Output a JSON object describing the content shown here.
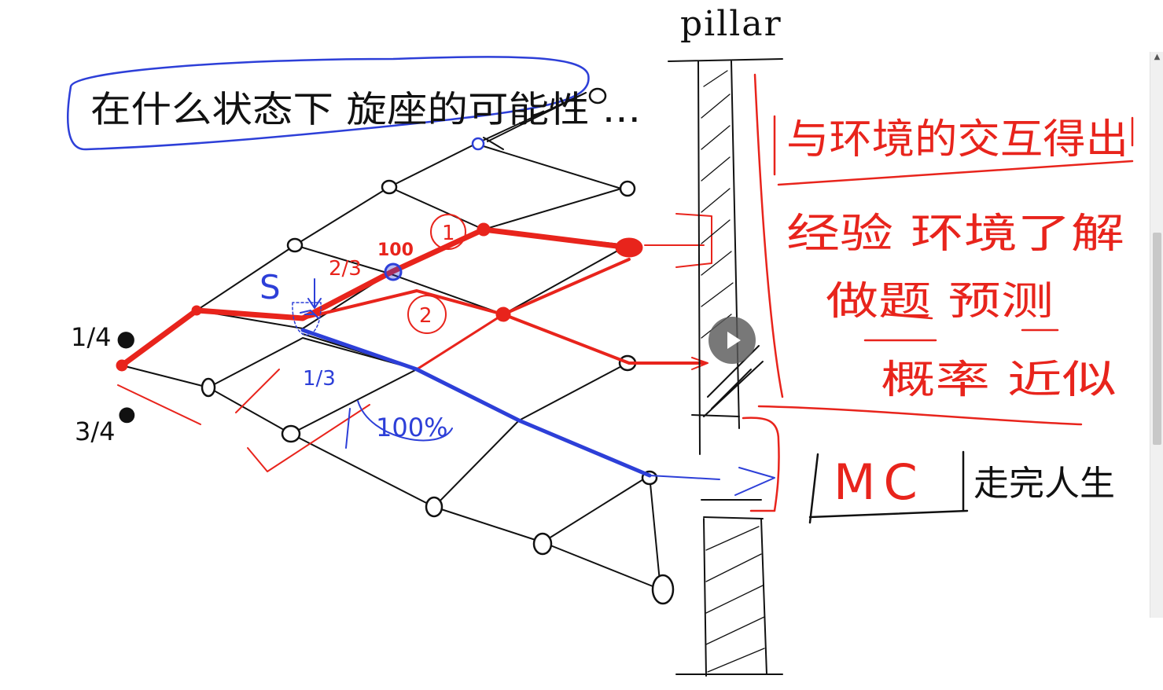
{
  "board": {
    "ink_black": "#111111",
    "ink_red": "#e8241c",
    "ink_blue": "#2d3fd8",
    "pillar_label": "pillar",
    "title_note": "在什么状态下 旋座的可能性 ...",
    "left_fraction_top": "1/4",
    "left_fraction_bottom": "3/4",
    "node_label_s": "S",
    "fraction_two_thirds": "2/3",
    "fraction_one_third": "1/3",
    "label_100_top": "100",
    "label_100_bottom": "100%",
    "circle_one": "1",
    "circle_two": "2",
    "right_heading": "与环境的交互得出",
    "right_line1": "经验  环境了解",
    "right_line2": "做题  预测",
    "right_line3": "概率  近似",
    "mc_box": "MC",
    "mc_suffix": "走完人生"
  },
  "player": {
    "play_icon": "play-icon",
    "scroll_up_icon": "▲"
  }
}
